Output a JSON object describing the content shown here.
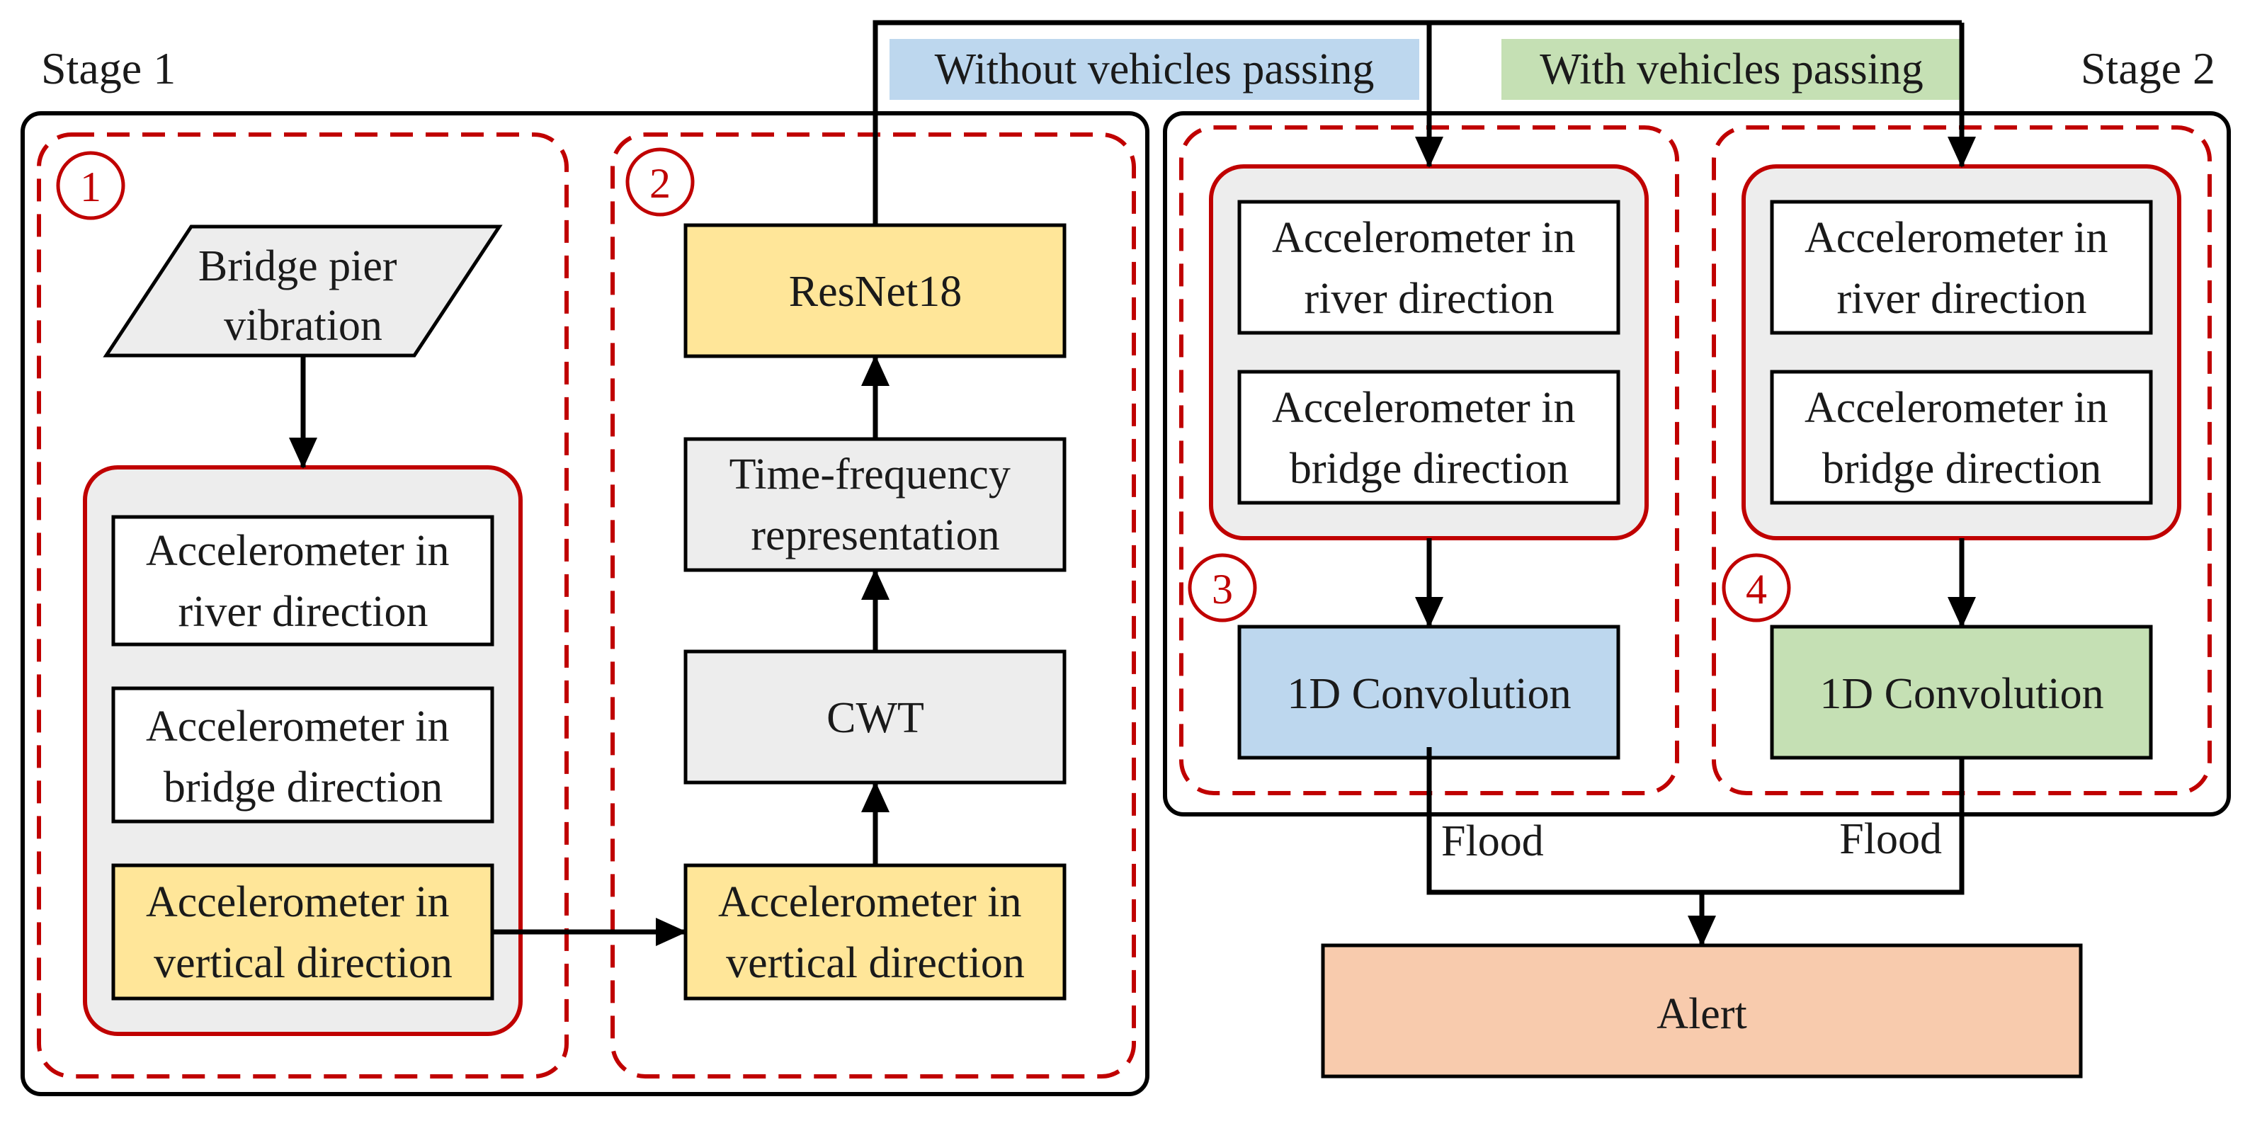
{
  "stage1": {
    "label": "Stage 1"
  },
  "stage2": {
    "label": "Stage 2"
  },
  "legend": {
    "without": "Without vehicles passing",
    "with": "With vehicles passing"
  },
  "module1": {
    "number": "1",
    "input": [
      "Bridge pier",
      "vibration"
    ],
    "sensors": [
      [
        "Accelerometer in",
        "river direction"
      ],
      [
        "Accelerometer in",
        "bridge direction"
      ],
      [
        "Accelerometer in",
        "vertical direction"
      ]
    ]
  },
  "module2": {
    "number": "2",
    "input": [
      "Accelerometer in",
      "vertical direction"
    ],
    "cwt": "CWT",
    "tfr": [
      "Time-frequency",
      "representation"
    ],
    "resnet": "ResNet18"
  },
  "module3": {
    "number": "3",
    "sensors": [
      [
        "Accelerometer in",
        "river direction"
      ],
      [
        "Accelerometer in",
        "bridge direction"
      ]
    ],
    "conv": "1D Convolution",
    "output": "Flood"
  },
  "module4": {
    "number": "4",
    "sensors": [
      [
        "Accelerometer in",
        "river direction"
      ],
      [
        "Accelerometer in",
        "bridge direction"
      ]
    ],
    "conv": "1D Convolution",
    "output": "Flood"
  },
  "alert": "Alert",
  "colors": {
    "yellow": "#FFE699",
    "gray": "#EDEDED",
    "blue": "#BDD7EE",
    "green": "#C5E0B4",
    "orange": "#F8CBAD",
    "red": "#C00000"
  }
}
